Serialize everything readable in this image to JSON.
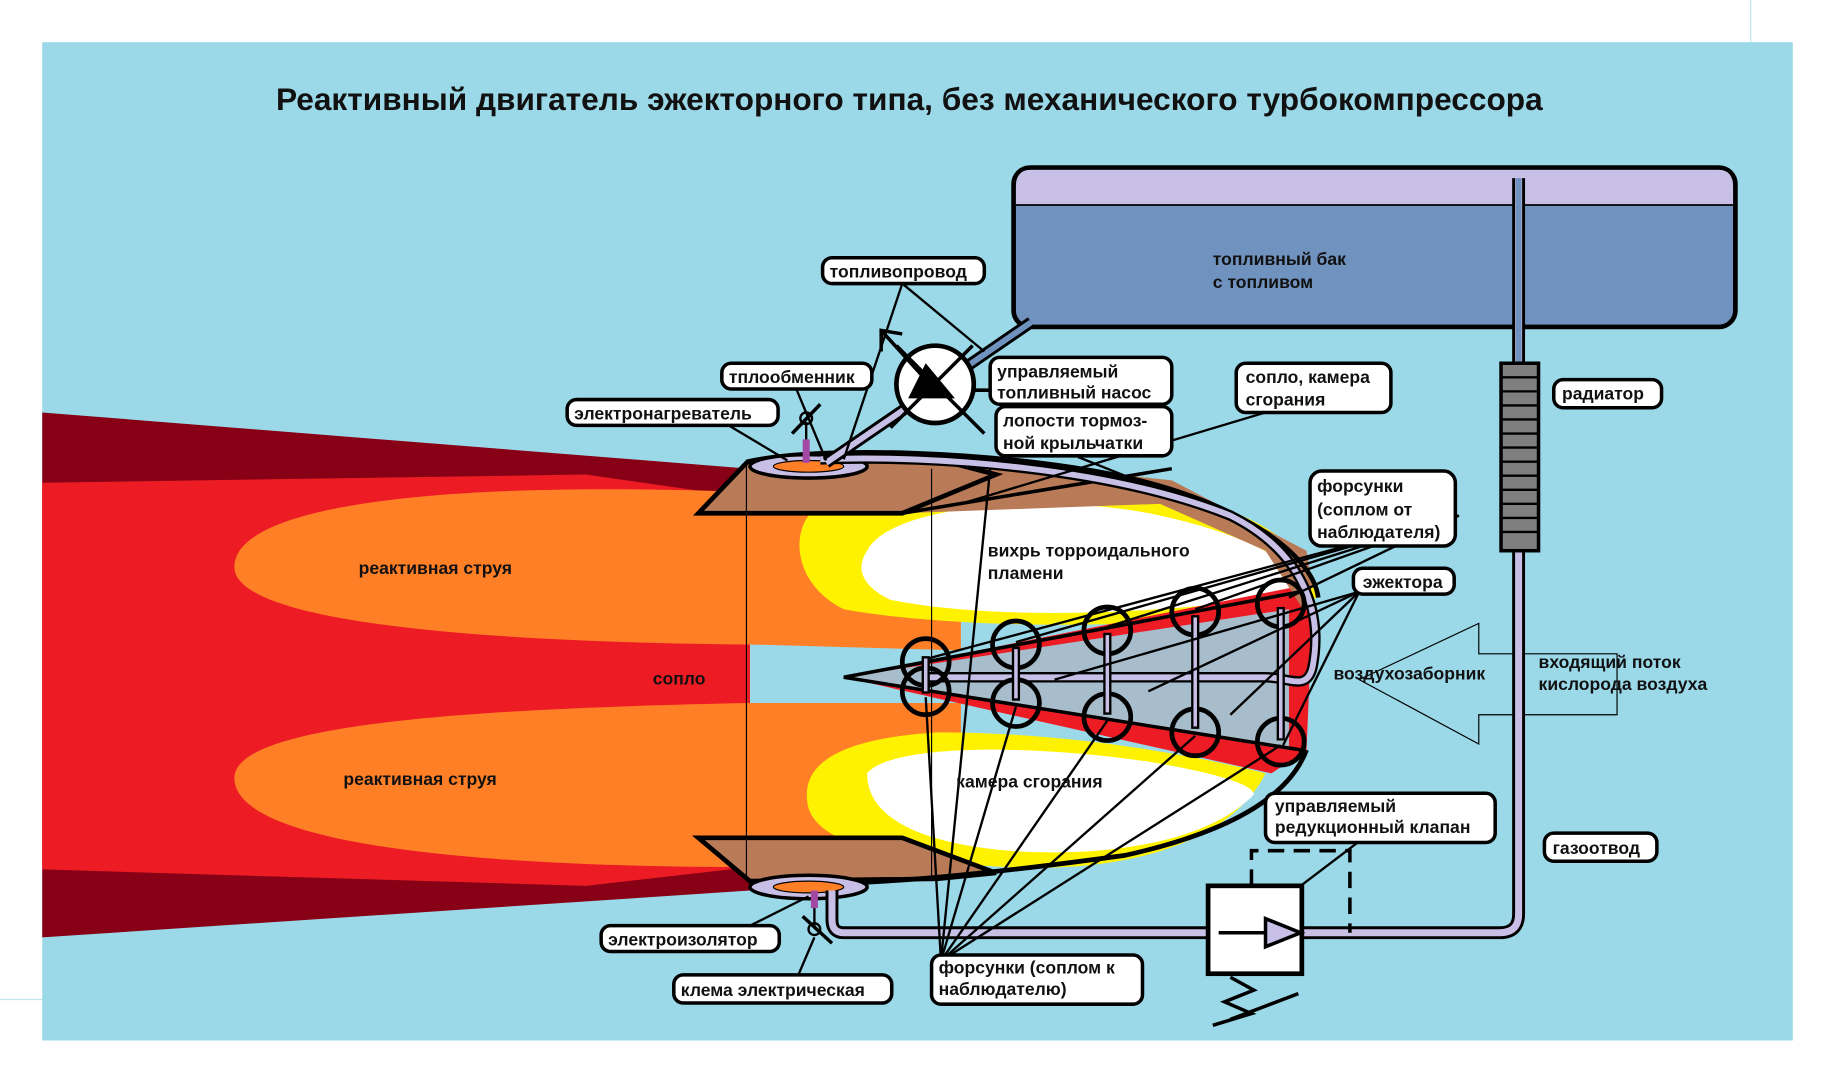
{
  "title": "Реактивный двигатель эжекторного типа, без механического турбокомпрессора",
  "colors": {
    "background": "#9BD9E9",
    "dark_red": "#880015",
    "red": "#ED1C24",
    "orange": "#FF7F27",
    "yellow": "#FFF200",
    "white": "#FFFFFF",
    "brown": "#B97A57",
    "lavender": "#C8BFE7",
    "tank_fuel": "#7092BE",
    "radiator": "#7F7F7F",
    "purple": "#A349A4"
  },
  "labels": {
    "fuel_tank_line1": "топливный бак",
    "fuel_tank_line2": "с топливом",
    "fuel_line": "топливопровод",
    "heat_exchanger": "тплообменник",
    "electric_heater": "электронагреватель",
    "pump_line1": "управляемый",
    "pump_line2": "топливный насос",
    "brake_blades_line1": "лопости тормоз-",
    "brake_blades_line2": "ной крыльчатки",
    "nozzle_chamber_line1": "сопло, камера",
    "nozzle_chamber_line2": "сгорания",
    "radiator": "радиатор",
    "injectors_from_line1": "форсунки",
    "injectors_from_line2": "(соплом от",
    "injectors_from_line3": "наблюдателя)",
    "ejectors": "эжектора",
    "air_intake": "воздухозаборник",
    "incoming_flow_line1": "входящий поток",
    "incoming_flow_line2": "кислорода воздуха",
    "jet_stream_top": "реактивная струя",
    "jet_stream_bottom": "реактивная струя",
    "nozzle": "сопло",
    "toroidal_vortex_line1": "вихрь торроидального",
    "toroidal_vortex_line2": "пламени",
    "combustion_chamber": "камера сгорания",
    "reducing_valve_line1": "управляемый",
    "reducing_valve_line2": "редукционный клапан",
    "gas_outlet": "газоотвод",
    "electric_insulator": "электроизолятор",
    "electric_terminal": "клема электрическая",
    "injectors_to_line1": "форсунки (соплом к",
    "injectors_to_line2": "наблюдателю)"
  }
}
